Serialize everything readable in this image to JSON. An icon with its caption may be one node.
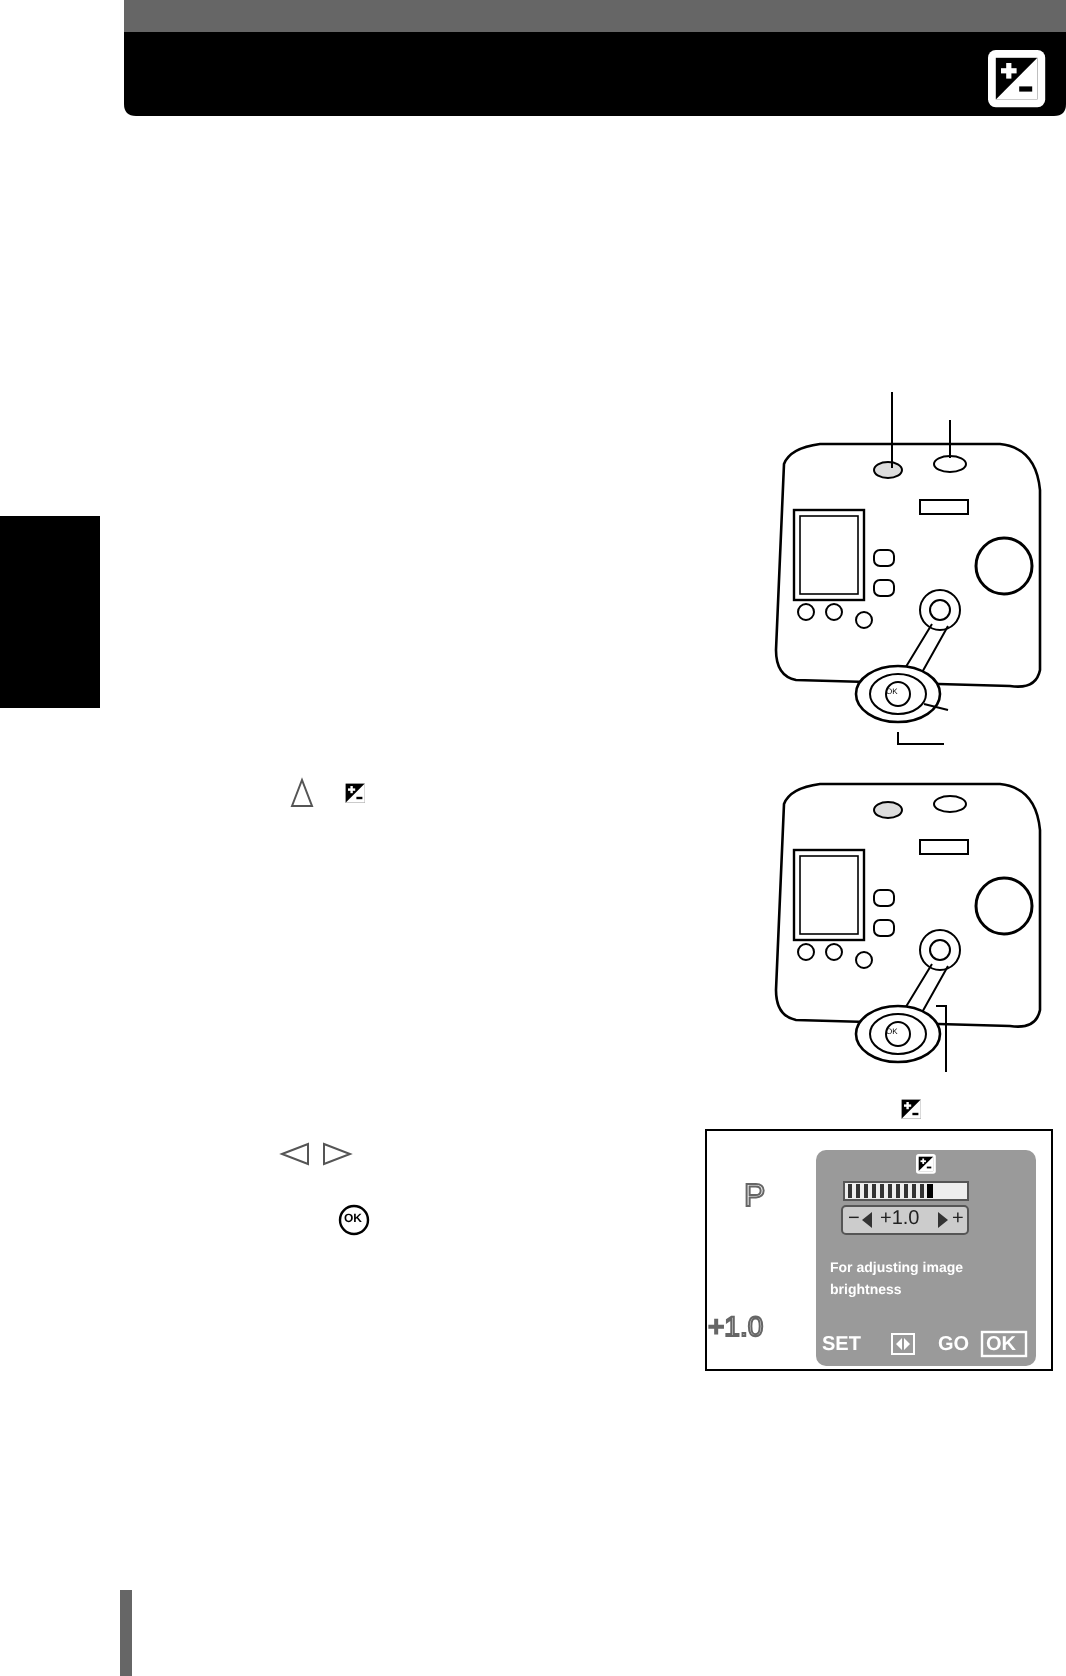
{
  "diagram": {
    "nodes": [
      {
        "text": [],
        "shape": "box"
      }
    ],
    "labels": [
      "OK",
      "OK",
      "OK",
      "P",
      "−",
      "+1.0",
      "+",
      "For adjusting image brightness",
      "+1.0",
      "SET",
      "GO",
      "OK"
    ]
  }
}
